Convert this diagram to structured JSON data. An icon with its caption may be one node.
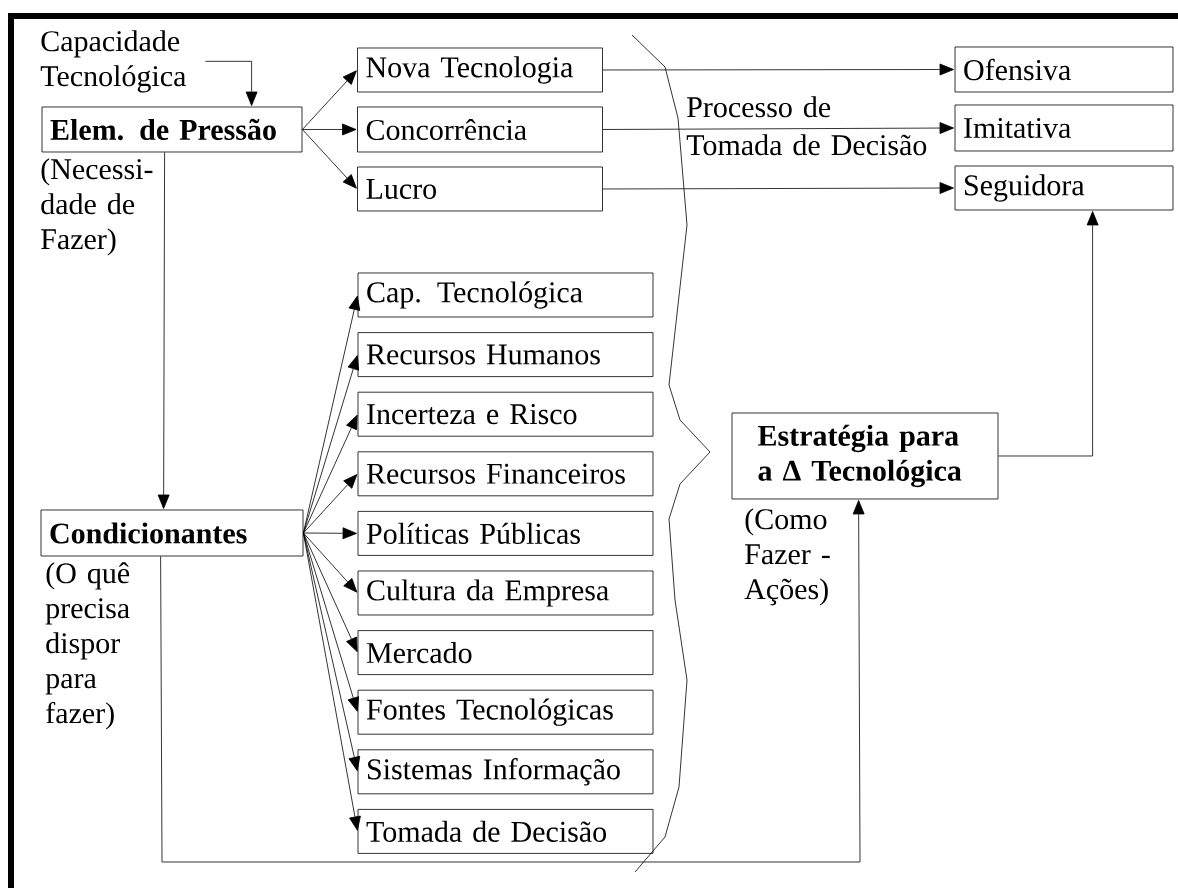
{
  "diagram": {
    "nodes": [
      {
        "text": [
          "Capacidade Tecnológica"
        ]
      },
      {
        "text": [
          "Elem. de Pressão"
        ],
        "beside": [
          "(Necessi- dade de Fazer)"
        ]
      },
      {
        "text": [
          "Nova Tecnologia"
        ]
      },
      {
        "text": [
          "Concorrência"
        ]
      },
      {
        "text": [
          "Lucro"
        ]
      },
      {
        "text": [
          "Ofensiva"
        ]
      },
      {
        "text": [
          "Imitativa"
        ]
      },
      {
        "text": [
          "Seguidora"
        ]
      },
      {
        "text": [
          "Condicionantes"
        ],
        "beside": [
          "(O quê precisa dispor para fazer)"
        ]
      },
      {
        "text": [
          "Cap. Tecnológica"
        ]
      },
      {
        "text": [
          "Recursos Humanos"
        ]
      },
      {
        "text": [
          "Incerteza e Risco"
        ]
      },
      {
        "text": [
          "Recursos Financeiros"
        ]
      },
      {
        "text": [
          "Políticas Públicas"
        ]
      },
      {
        "text": [
          "Cultura da Empresa"
        ]
      },
      {
        "text": [
          "Mercado"
        ]
      },
      {
        "text": [
          "Fontes Tecnológicas"
        ]
      },
      {
        "text": [
          "Sistemas Informação"
        ]
      },
      {
        "text": [
          "Tomada de Decisão"
        ]
      },
      {
        "text": [
          "Estratégia para a Δ Tecnológica"
        ],
        "beside": [
          "(Como Fazer - Ações)"
        ]
      }
    ],
    "edges": [
      {
        "from": 0,
        "to": 1,
        "arrow": "to"
      },
      {
        "from": 1,
        "to": 2,
        "arrow": "to"
      },
      {
        "from": 1,
        "to": 3,
        "arrow": "to"
      },
      {
        "from": 1,
        "to": 4,
        "arrow": "to"
      },
      {
        "from": 2,
        "to": 5,
        "arrow": "to"
      },
      {
        "from": 3,
        "to": 6,
        "arrow": "to"
      },
      {
        "from": 4,
        "to": 7,
        "arrow": "to"
      },
      {
        "from": 1,
        "to": 8,
        "arrow": "to"
      },
      {
        "from": 8,
        "to": 9,
        "arrow": "to"
      },
      {
        "from": 8,
        "to": 10,
        "arrow": "to"
      },
      {
        "from": 8,
        "to": 11,
        "arrow": "to"
      },
      {
        "from": 8,
        "to": 12,
        "arrow": "to"
      },
      {
        "from": 8,
        "to": 13,
        "arrow": "to"
      },
      {
        "from": 8,
        "to": 14,
        "arrow": "to"
      },
      {
        "from": 8,
        "to": 15,
        "arrow": "to"
      },
      {
        "from": 8,
        "to": 16,
        "arrow": "to"
      },
      {
        "from": 8,
        "to": 17,
        "arrow": "to"
      },
      {
        "from": 8,
        "to": 18,
        "arrow": "to"
      },
      {
        "from": 19,
        "to": 7,
        "arrow": "to"
      },
      {
        "from": 8,
        "to": 19,
        "arrow": "to"
      }
    ],
    "labels": [
      "Processo de Tomada de Decisão"
    ]
  }
}
